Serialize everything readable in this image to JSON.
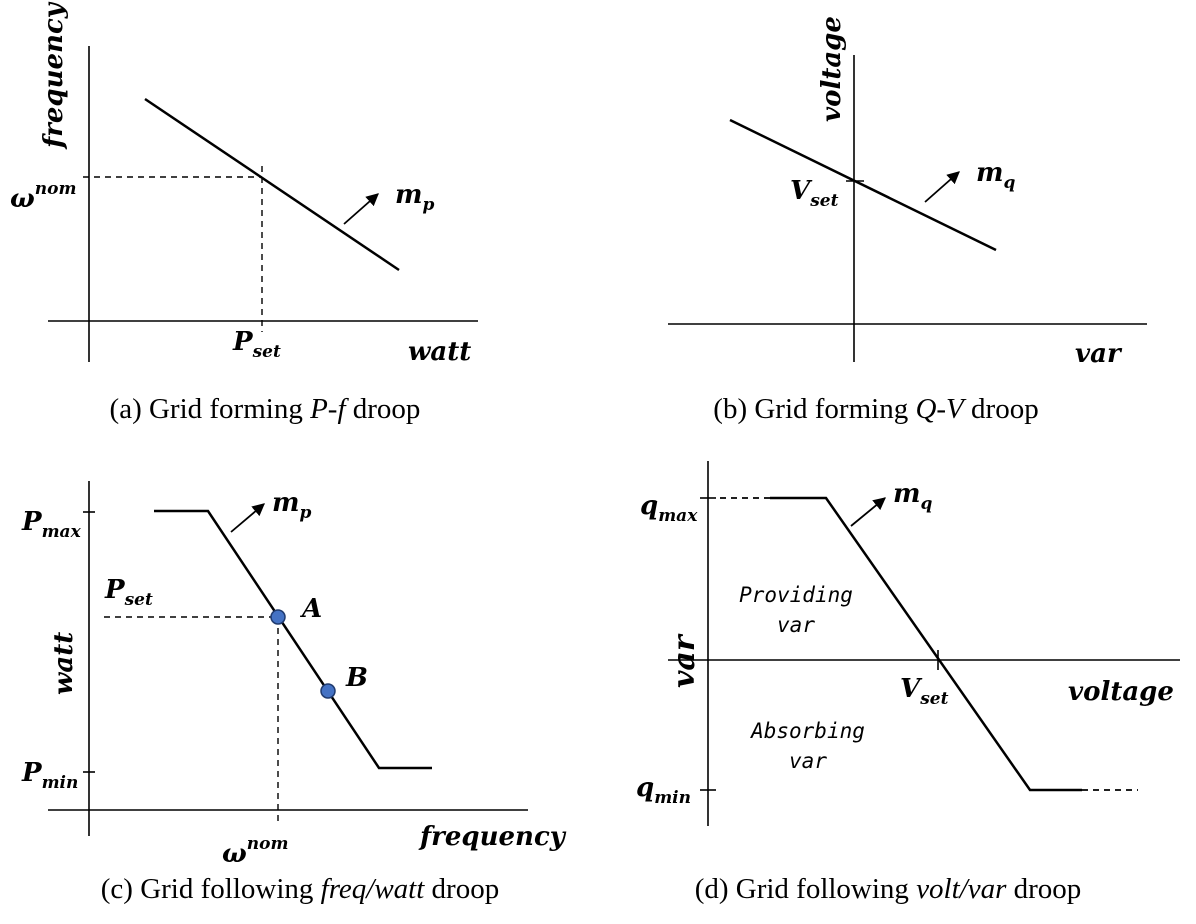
{
  "panel_a": {
    "y_axis": "frequency",
    "x_axis": "watt",
    "w_nom": {
      "base": "ω",
      "sup": "nom"
    },
    "p_set": {
      "base": "P",
      "sub": "set"
    },
    "slope": {
      "base": "m",
      "sub": "p"
    },
    "caption": {
      "pre": "(a) Grid forming ",
      "italic": "P-f",
      "post": " droop"
    }
  },
  "panel_b": {
    "y_axis": "voltage",
    "x_axis": "var",
    "v_set": {
      "base": "V",
      "sub": "set"
    },
    "slope": {
      "base": "m",
      "sub": "q"
    },
    "caption": {
      "pre": "(b) Grid forming ",
      "italic": "Q-V",
      "post": " droop"
    }
  },
  "panel_c": {
    "y_axis": "watt",
    "x_axis": "frequency",
    "p_max": {
      "base": "P",
      "sub": "max"
    },
    "p_set": {
      "base": "P",
      "sub": "set"
    },
    "p_min": {
      "base": "P",
      "sub": "min"
    },
    "w_nom": {
      "base": "ω",
      "sup": "nom"
    },
    "slope": {
      "base": "m",
      "sub": "p"
    },
    "point_a": "A",
    "point_b": "B",
    "caption": {
      "pre": "(c) Grid following ",
      "italic": "freq/watt",
      "post": " droop"
    }
  },
  "panel_d": {
    "y_axis": "var",
    "x_axis": "voltage",
    "q_max": {
      "base": "q",
      "sub": "max"
    },
    "q_min": {
      "base": "q",
      "sub": "min"
    },
    "v_set": {
      "base": "V",
      "sub": "set"
    },
    "slope": {
      "base": "m",
      "sub": "q"
    },
    "providing": [
      "Providing",
      "var"
    ],
    "absorbing": [
      "Absorbing",
      "var"
    ],
    "caption": {
      "pre": "(d) Grid following ",
      "italic": "volt/var",
      "post": " droop"
    }
  }
}
